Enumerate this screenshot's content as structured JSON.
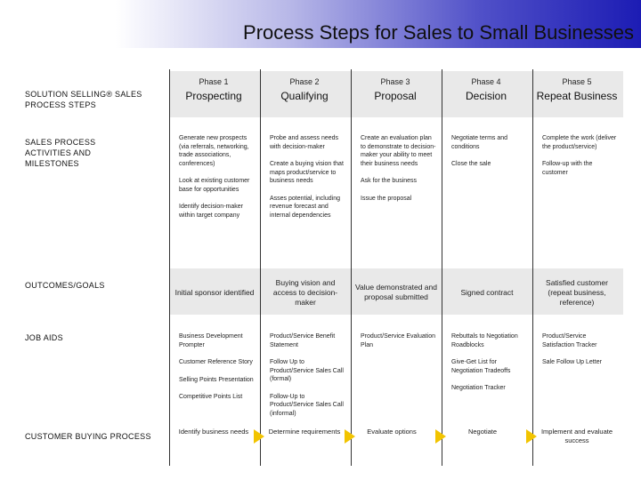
{
  "title": "Process Steps for Sales to Small Businesses",
  "row_labels": {
    "process_steps": "SOLUTION SELLING® SALES PROCESS STEPS",
    "activities": "SALES PROCESS ACTIVITIES AND MILESTONES",
    "outcomes": "OUTCOMES/GOALS",
    "job_aids": "JOB AIDS",
    "buying": "CUSTOMER BUYING PROCESS"
  },
  "phases": [
    {
      "label": "Phase 1",
      "name": "Prospecting",
      "activities": [
        "Generate new prospects (via referrals, networking, trade associations, conferences)",
        "Look at existing customer base for opportunities",
        "Identify decision-maker within target company"
      ],
      "outcome": "Initial sponsor identified",
      "job_aids": [
        "Business Development Prompter",
        "Customer Reference Story",
        "Selling Points Presentation",
        "Competitive Points List"
      ],
      "buying": "Identify business needs"
    },
    {
      "label": "Phase 2",
      "name": "Qualifying",
      "activities": [
        "Probe and assess needs with decision-maker",
        "Create a buying vision that maps product/service to business needs",
        "Asses potential, including revenue forecast and internal dependencies"
      ],
      "outcome": "Buying vision and access to decision-maker",
      "job_aids": [
        "Product/Service Benefit Statement",
        "Follow Up to Product/Service Sales Call (formal)",
        "Follow-Up to Product/Service Sales Call (informal)"
      ],
      "buying": "Determine requirements"
    },
    {
      "label": "Phase 3",
      "name": "Proposal",
      "activities": [
        "Create an evaluation plan to demonstrate to decision-maker your ability to meet their business needs",
        "Ask for the business",
        "Issue the proposal"
      ],
      "outcome": "Value demonstrated and proposal submitted",
      "job_aids": [
        "Product/Service Evaluation Plan"
      ],
      "buying": "Evaluate options"
    },
    {
      "label": "Phase 4",
      "name": "Decision",
      "activities": [
        "Negotiate terms and conditions",
        "Close the sale"
      ],
      "outcome": "Signed contract",
      "job_aids": [
        "Rebuttals to Negotiation Roadblocks",
        "Give-Get List for Negotiation Tradeoffs",
        "Negotiation Tracker"
      ],
      "buying": "Negotiate"
    },
    {
      "label": "Phase 5",
      "name": "Repeat Business",
      "activities": [
        "Complete the work (deliver the product/service)",
        "Follow-up with the customer"
      ],
      "outcome": "Satisfied customer (repeat business, reference)",
      "job_aids": [
        "Product/Service Satisfaction Tracker",
        "Sale Follow Up Letter"
      ],
      "buying": "Implement and evaluate success"
    }
  ],
  "colors": {
    "arrow": "#f2c400",
    "band": "#e9e9e9",
    "header_dark": "#1c1cb4"
  }
}
